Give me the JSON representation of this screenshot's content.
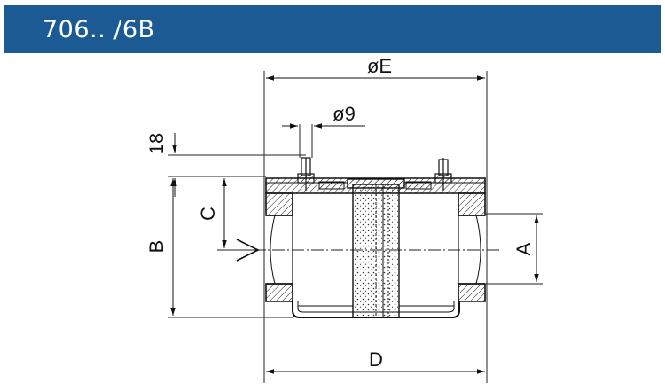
{
  "header": {
    "title": "706.. /6B",
    "background_color": "#1c5a93",
    "text_color": "#ffffff"
  },
  "drawing": {
    "dimensions": {
      "diameter_e": "øE",
      "diameter_9": "ø9",
      "height_18": "18",
      "c": "C",
      "b": "B",
      "a": "A",
      "d": "D"
    },
    "flow_marker": "V"
  }
}
